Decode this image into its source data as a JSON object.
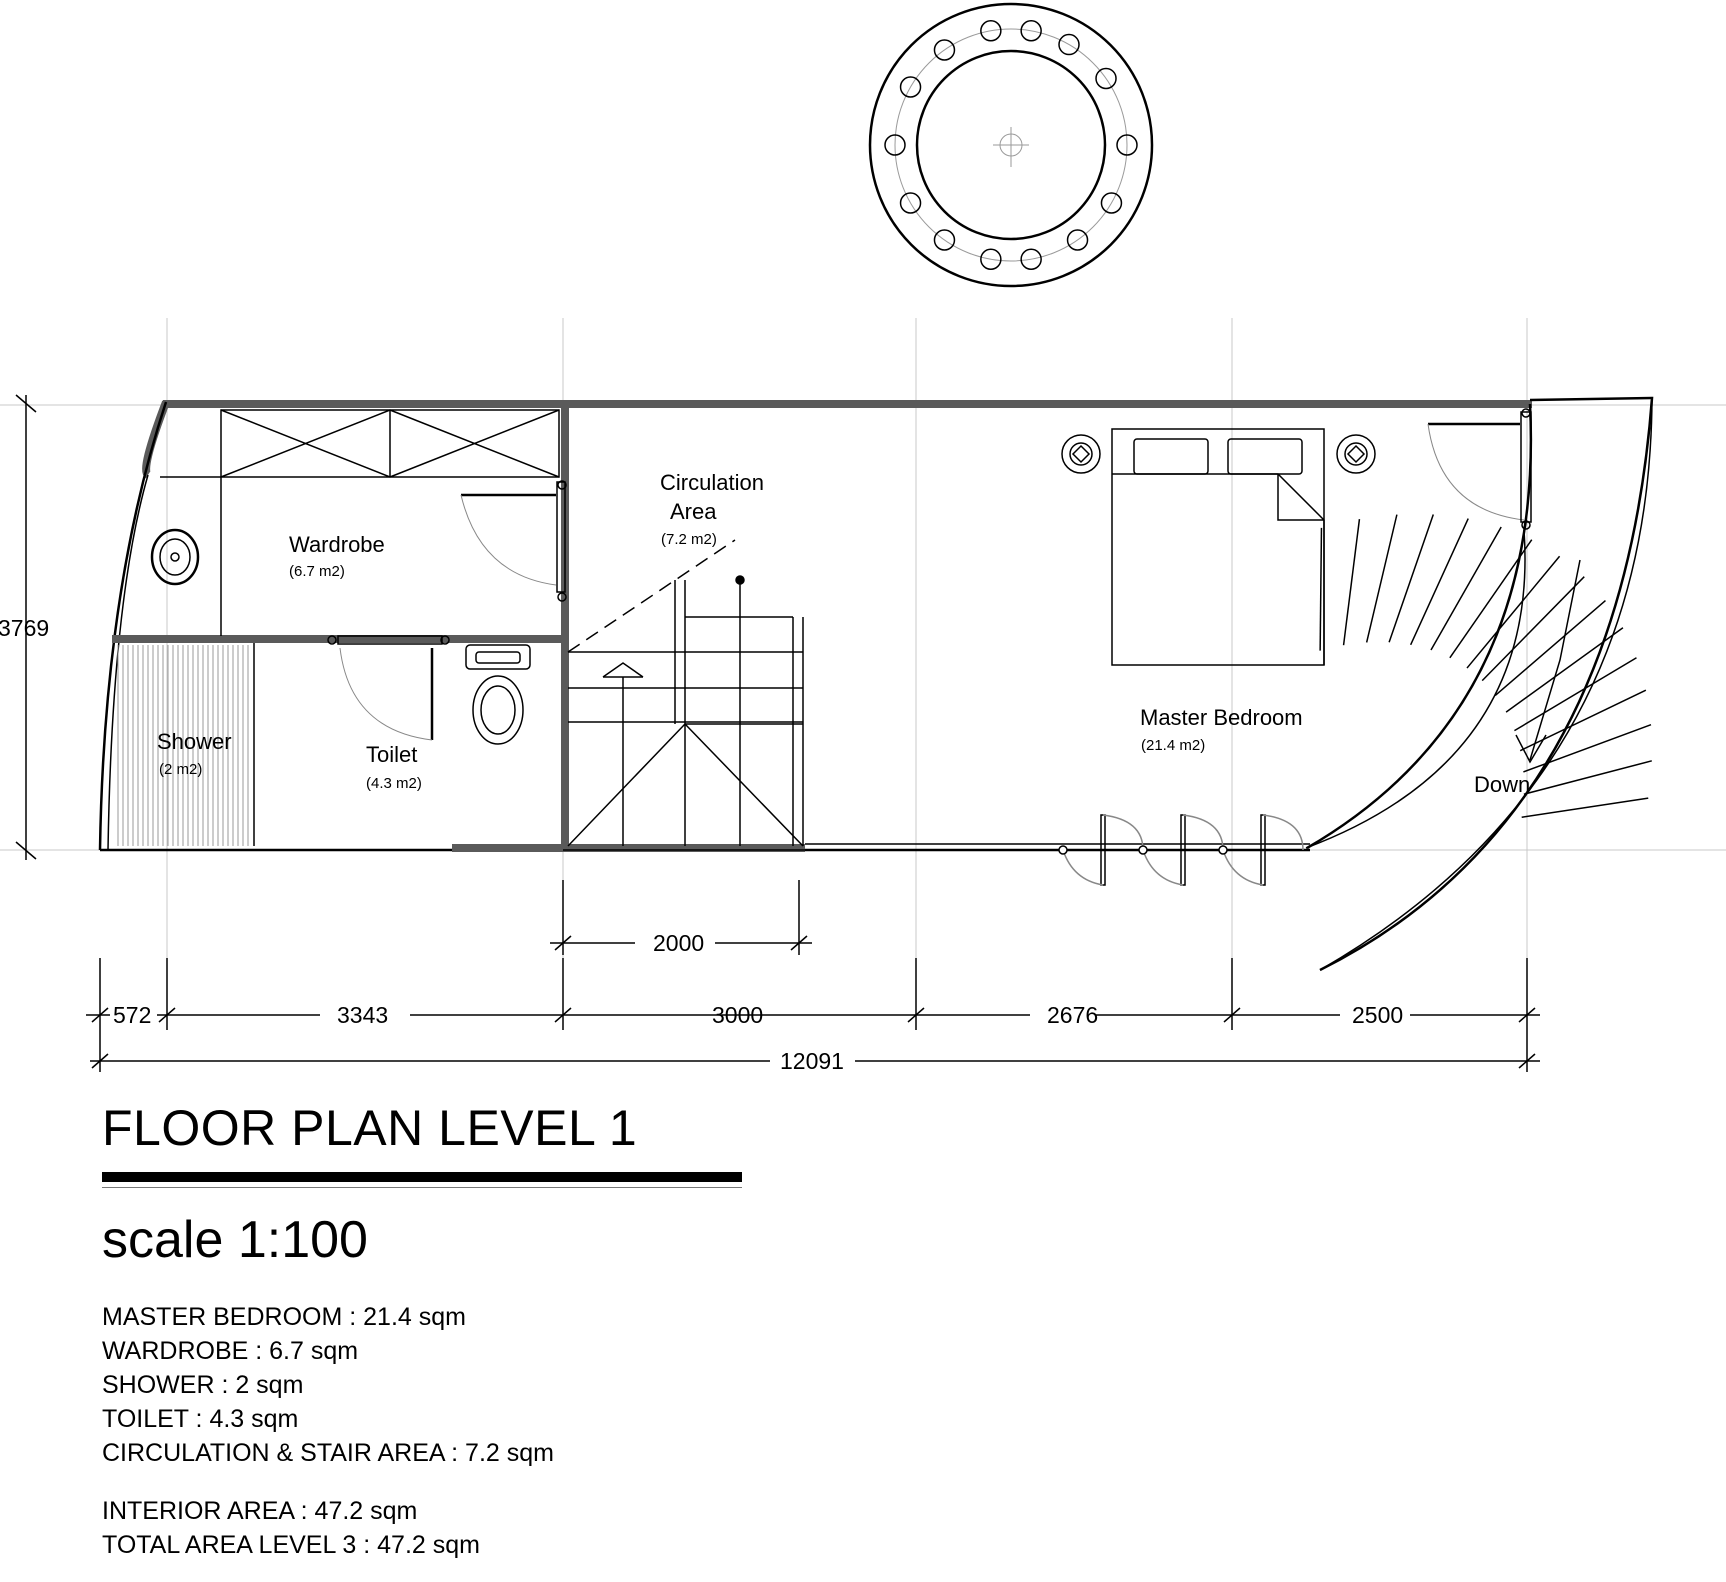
{
  "title": "FLOOR PLAN LEVEL 1",
  "scale": "scale 1:100",
  "rooms": {
    "wardrobe": {
      "name": "Wardrobe",
      "area": "(6.7 m2)"
    },
    "circulation": {
      "name_line1": "Circulation",
      "name_line2": "Area",
      "area": "(7.2 m2)"
    },
    "master_bedroom": {
      "name": "Master Bedroom",
      "area": "(21.4 m2)"
    },
    "shower": {
      "name": "Shower",
      "area": "(2 m2)"
    },
    "toilet": {
      "name": "Toilet",
      "area": "(4.3 m2)"
    },
    "stair_label": "Down"
  },
  "dimensions": {
    "height": "3769",
    "stair_width": "2000",
    "segments": [
      "572",
      "3343",
      "3000",
      "2676",
      "2500"
    ],
    "total": "12091"
  },
  "area_schedule": [
    "MASTER BEDROOM : 21.4 sqm",
    "WARDROBE : 6.7 sqm",
    "SHOWER : 2 sqm",
    "TOILET : 4.3 sqm",
    "CIRCULATION & STAIR AREA : 7.2 sqm"
  ],
  "area_totals": [
    "INTERIOR AREA : 47.2 sqm",
    "TOTAL AREA LEVEL 3 : 47.2 sqm"
  ]
}
